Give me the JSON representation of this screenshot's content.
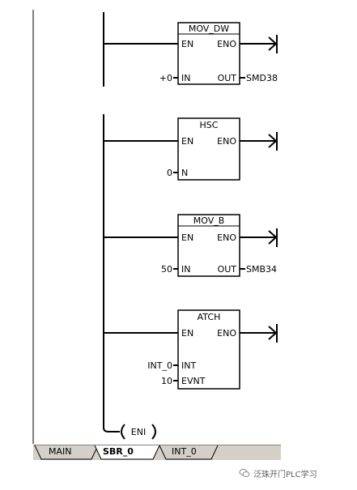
{
  "rung1": {
    "block": {
      "name": "MOV_DW",
      "en": "EN",
      "eno": "ENO",
      "in": "IN",
      "out": "OUT"
    },
    "in_value": "+0",
    "out_value": "SMD38"
  },
  "rung2": {
    "hsc": {
      "name": "HSC",
      "en": "EN",
      "eno": "ENO",
      "n": "N",
      "n_value": "0"
    },
    "movb": {
      "name": "MOV_B",
      "en": "EN",
      "eno": "ENO",
      "in": "IN",
      "out": "OUT",
      "in_value": "50",
      "out_value": "SMB34"
    },
    "atch": {
      "name": "ATCH",
      "en": "EN",
      "eno": "ENO",
      "int": "INT",
      "evnt": "EVNT",
      "int_value": "INT_0",
      "evnt_value": "10"
    },
    "eni": "ENI"
  },
  "tabs": [
    {
      "label": "MAIN",
      "active": false
    },
    {
      "label": "SBR_0",
      "active": true
    },
    {
      "label": "INT_0",
      "active": false
    }
  ],
  "watermark": {
    "text": "泛珠开门PLC学习",
    "icon": "wechat-icon"
  }
}
